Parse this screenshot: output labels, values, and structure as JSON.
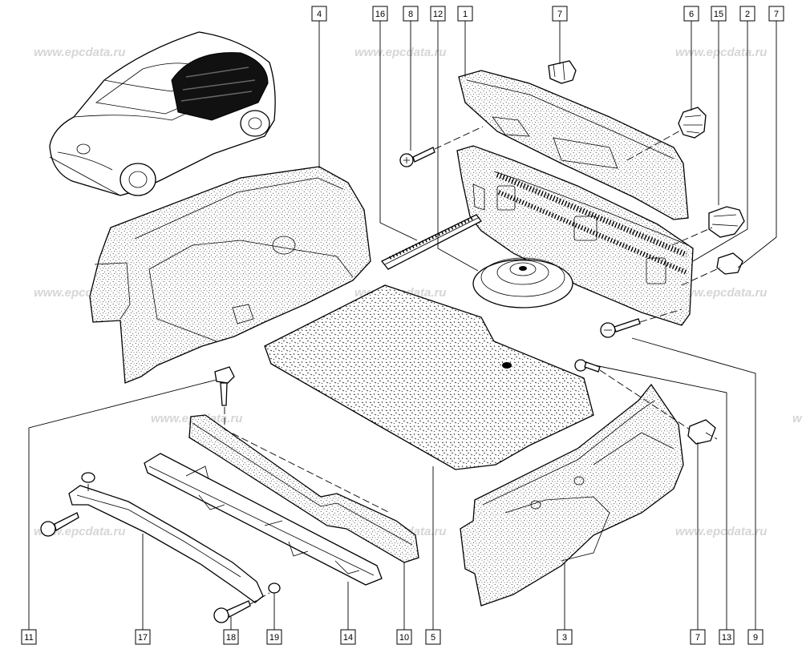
{
  "watermark": "www.epcdata.ru",
  "callouts": [
    "4",
    "16",
    "8",
    "12",
    "1",
    "7",
    "6",
    "15",
    "2",
    "7",
    "11",
    "17",
    "18",
    "19",
    "14",
    "10",
    "5",
    "3",
    "7",
    "13",
    "9"
  ]
}
